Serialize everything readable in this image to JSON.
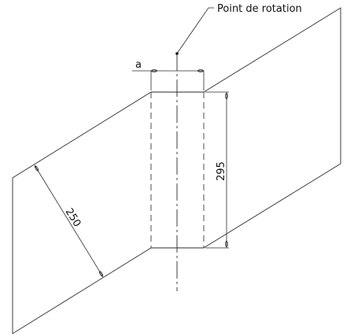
{
  "labels": {
    "rotation_point": "Point de rotation",
    "gap": "a",
    "height": "295",
    "panel_width": "250"
  },
  "colors": {
    "line": "#2a2a2a",
    "background": "#ffffff"
  }
}
